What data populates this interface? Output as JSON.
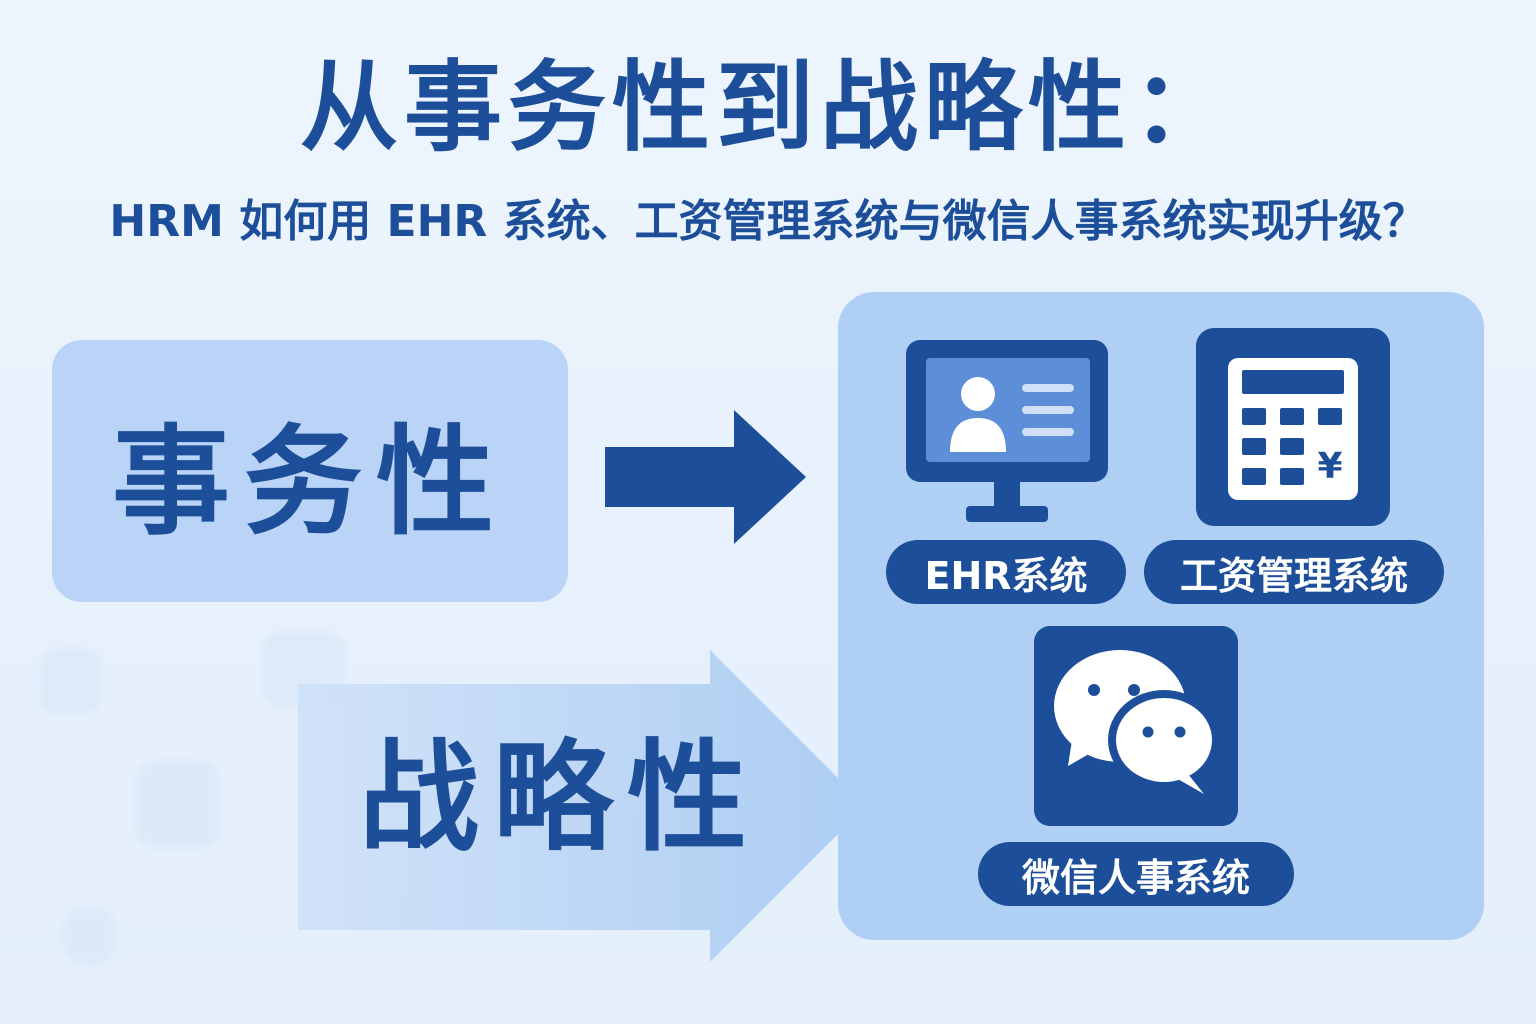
{
  "header": {
    "title": "从事务性到战略性：",
    "subtitle": "HRM 如何用 EHR 系统、工资管理系统与微信人事系统实现升级？"
  },
  "left_card": {
    "label": "事务性"
  },
  "bottom_card": {
    "label": "战略性"
  },
  "systems": [
    {
      "label": "EHR系统",
      "icon": "monitor-profile-icon"
    },
    {
      "label": "工资管理系统",
      "icon": "calculator-yen-icon"
    },
    {
      "label": "微信人事系统",
      "icon": "wechat-icon"
    }
  ],
  "calculator_symbol": "¥",
  "colors": {
    "primary": "#1c4e9a",
    "card": "#b9d4f6",
    "panel": "#b0cff4",
    "background": "#eaf3fd"
  }
}
